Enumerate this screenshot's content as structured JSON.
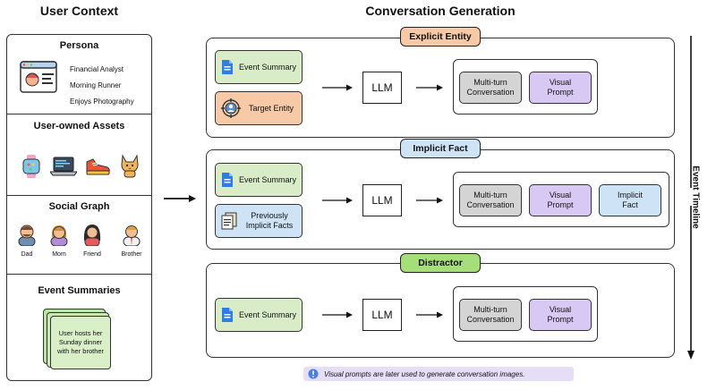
{
  "headings": {
    "user_context": "User Context",
    "conversation_generation": "Conversation Generation"
  },
  "persona": {
    "title": "Persona",
    "traits": [
      "Financial Analyst",
      "Morning Runner",
      "Enjoys Photography"
    ],
    "icon": "profile-card-icon"
  },
  "assets": {
    "title": "User-owned Assets",
    "icons": [
      "smartwatch-icon",
      "laptop-icon",
      "sneaker-icon",
      "cat-icon"
    ]
  },
  "social_graph": {
    "title": "Social Graph",
    "members": [
      "Dad",
      "Mom",
      "Friend",
      "Brother"
    ]
  },
  "event_summaries": {
    "title": "Event Summaries",
    "card_text": "User hosts her Sunday dinner with her brother"
  },
  "rows": [
    {
      "tag": "Explicit Entity",
      "inputs": [
        "Event Summary",
        "Target Entity"
      ],
      "llm": "LLM",
      "outputs": [
        "Multi-turn Conversation",
        "Visual Prompt"
      ]
    },
    {
      "tag": "Implicit Fact",
      "inputs": [
        "Event Summary",
        "Previously Implicit Facts"
      ],
      "llm": "LLM",
      "outputs": [
        "Multi-turn Conversation",
        "Visual Prompt",
        "Implicit Fact"
      ]
    },
    {
      "tag": "Distractor",
      "inputs": [
        "Event Summary"
      ],
      "llm": "LLM",
      "outputs": [
        "Multi-turn Conversation",
        "Visual Prompt"
      ]
    }
  ],
  "timeline_label": "Event Timeline",
  "note": "Visual prompts are later used to generate conversation images.",
  "colors": {
    "explicit": "#f7c9a6",
    "implicit": "#cfe3f7",
    "distractor": "#a6de7a",
    "event_summary": "#d9ecc8",
    "conversation": "#d4d4d4",
    "visual_prompt": "#d8c8f4",
    "note_bg": "#e6def7",
    "doc_icon": "#2f7be8"
  }
}
